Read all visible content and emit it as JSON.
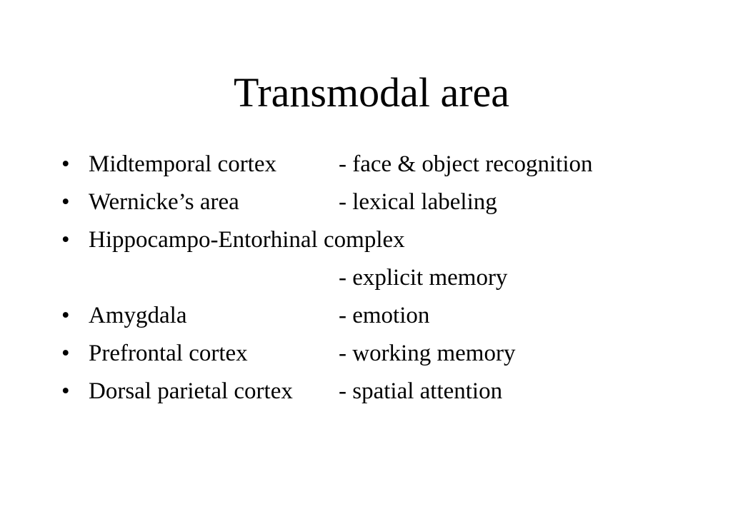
{
  "slide": {
    "title": "Transmodal area",
    "bullet_symbol": "•",
    "items": [
      {
        "term": "Midtemporal cortex",
        "desc": "- face & object recognition"
      },
      {
        "term": "Wernicke’s area",
        "desc": "- lexical labeling"
      },
      {
        "term": "Hippocampo-Entorhinal complex",
        "desc": ""
      },
      {
        "term": "",
        "desc": "- explicit memory"
      },
      {
        "term": "Amygdala",
        "desc": "- emotion"
      },
      {
        "term": "Prefrontal cortex",
        "desc": "- working memory"
      },
      {
        "term": "Dorsal parietal cortex",
        "desc": "- spatial attention"
      }
    ]
  }
}
